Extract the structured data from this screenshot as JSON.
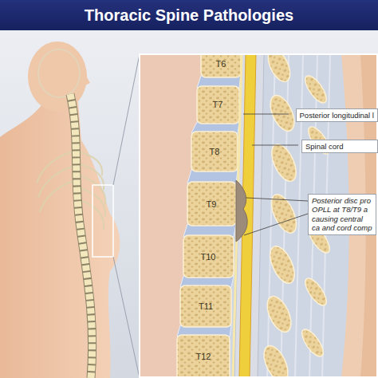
{
  "diagram": {
    "title": "Thoracic Spine Pathologies",
    "nodes": [
      {
        "text": [
          "Posterior longitudinal l"
        ]
      },
      {
        "text": [
          "Spinal cord"
        ]
      },
      {
        "text": [
          "Posterior disc pro OPLL at T8/T9 a causing central ca and cord comp"
        ]
      }
    ],
    "labels": [
      "T6",
      "T7",
      "T8",
      "T9",
      "T10",
      "T11",
      "T12"
    ]
  }
}
